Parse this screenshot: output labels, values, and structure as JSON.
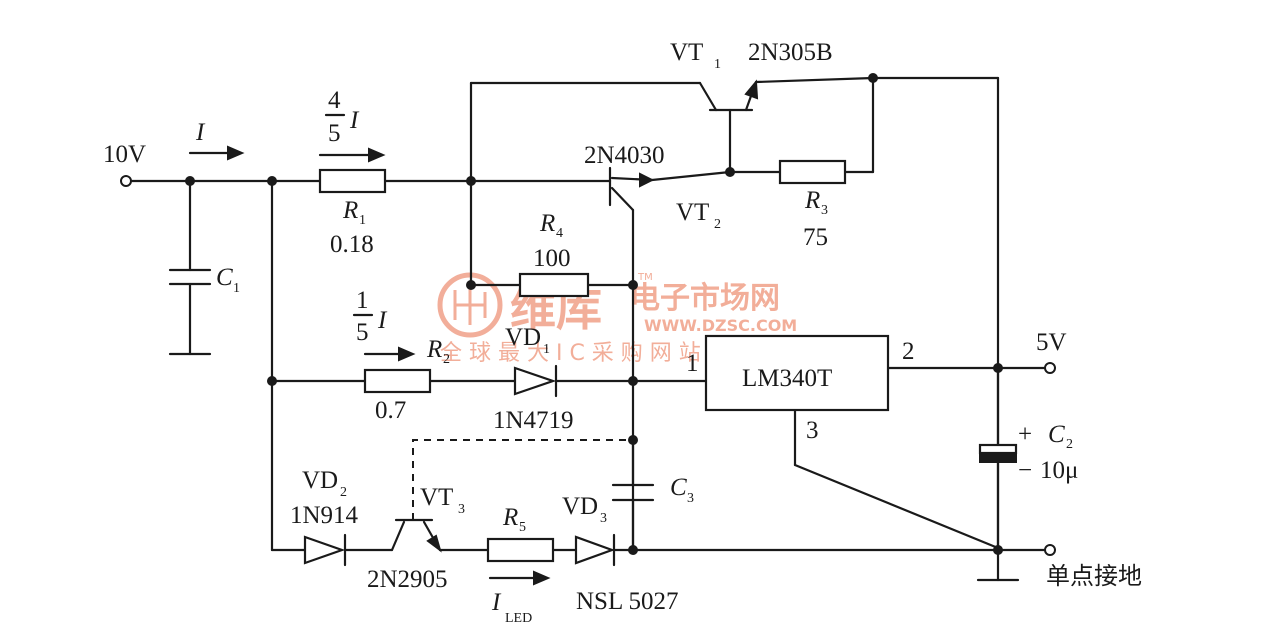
{
  "supply": {
    "input_voltage": "10V",
    "output_voltage": "5V",
    "ground_label": "单点接地"
  },
  "currents": {
    "total": "I",
    "r1_num": "4",
    "r1_den": "5",
    "r1_var": "I",
    "r2_num": "1",
    "r2_den": "5",
    "r2_var": "I",
    "led_main": "I",
    "led_sub": "LED"
  },
  "resistors": {
    "r1": {
      "ref": "R",
      "sub": "1",
      "value": "0.18"
    },
    "r2": {
      "ref": "R",
      "sub": "2",
      "value": "0.7"
    },
    "r3": {
      "ref": "R",
      "sub": "3",
      "value": "75"
    },
    "r4": {
      "ref": "R",
      "sub": "4",
      "value": "100"
    },
    "r5": {
      "ref": "R",
      "sub": "5"
    }
  },
  "capacitors": {
    "c1": {
      "ref": "C",
      "sub": "1"
    },
    "c2": {
      "ref": "C",
      "sub": "2",
      "value": "10μ",
      "plus": "+",
      "minus": "−"
    },
    "c3": {
      "ref": "C",
      "sub": "3"
    }
  },
  "transistors": {
    "vt1": {
      "ref": "VT",
      "sub": "1",
      "part": "2N305B"
    },
    "vt2": {
      "ref": "VT",
      "sub": "2",
      "part": "2N4030"
    },
    "vt3": {
      "ref": "VT",
      "sub": "3",
      "part": "2N2905"
    }
  },
  "diodes": {
    "vd1": {
      "ref": "VD",
      "sub": "1",
      "part": "1N4719"
    },
    "vd2": {
      "ref": "VD",
      "sub": "2",
      "part": "1N914"
    },
    "vd3": {
      "ref": "VD",
      "sub": "3",
      "part": "NSL 5027"
    }
  },
  "regulator": {
    "name": "LM340T",
    "pin_in": "1",
    "pin_out": "2",
    "pin_gnd": "3"
  },
  "watermark": {
    "brand": "维库",
    "site": "电子市场网",
    "url": "WWW.DZSC.COM",
    "tagline": "全 球 最 大 I C 采 购 网 站",
    "tm": "TM"
  }
}
